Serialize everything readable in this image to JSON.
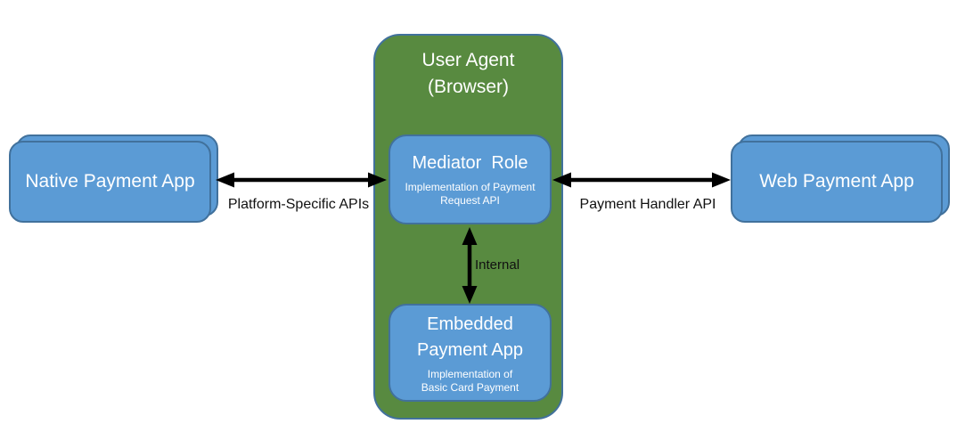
{
  "diagram": {
    "user_agent": {
      "title": "User Agent\n(Browser)"
    },
    "mediator": {
      "title": "Mediator  Role",
      "subtitle": "Implementation of Payment\nRequest API"
    },
    "embedded": {
      "title": "Embedded\nPayment App",
      "subtitle": "Implementation of\nBasic Card Payment"
    },
    "native": {
      "label": "Native Payment App"
    },
    "web": {
      "label": "Web Payment App"
    },
    "edges": {
      "platform_label": "Platform-Specific APIs",
      "handler_label": "Payment Handler API",
      "internal_label": "Internal"
    },
    "colors": {
      "node_blue": "#5b9bd5",
      "container_green": "#588a40",
      "border_blue": "#41719c",
      "arrow_black": "#000000",
      "node_text_white": "#ffffff",
      "label_text_black": "#111111"
    }
  }
}
